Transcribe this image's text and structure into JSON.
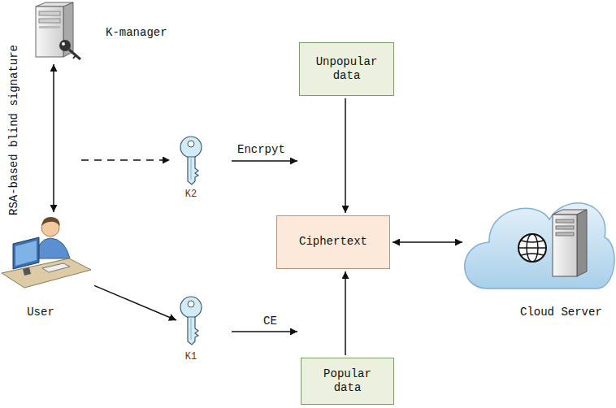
{
  "diagram": {
    "nodes": [
      {
        "text": [
          "K-manager"
        ]
      },
      {
        "text": [
          "K2"
        ]
      },
      {
        "text": [
          "Unpopular data"
        ]
      },
      {
        "text": [
          "Ciphertext"
        ]
      },
      {
        "text": [
          "Cloud Server"
        ]
      },
      {
        "text": [
          "User"
        ]
      },
      {
        "text": [
          "K1"
        ]
      },
      {
        "text": [
          "Popular data"
        ]
      }
    ],
    "edges": [
      {
        "from": 0,
        "to": 5,
        "arrow": "both",
        "label": "RSA-based blind signature"
      },
      {
        "from": 2,
        "to": 3,
        "arrow": "to"
      },
      {
        "from": 3,
        "to": 4,
        "arrow": "both"
      },
      {
        "from": 5,
        "to": 6,
        "arrow": "to"
      },
      {
        "from": 7,
        "to": 3,
        "arrow": "to"
      }
    ],
    "labels": [
      "Encrpyt",
      "CE"
    ]
  }
}
